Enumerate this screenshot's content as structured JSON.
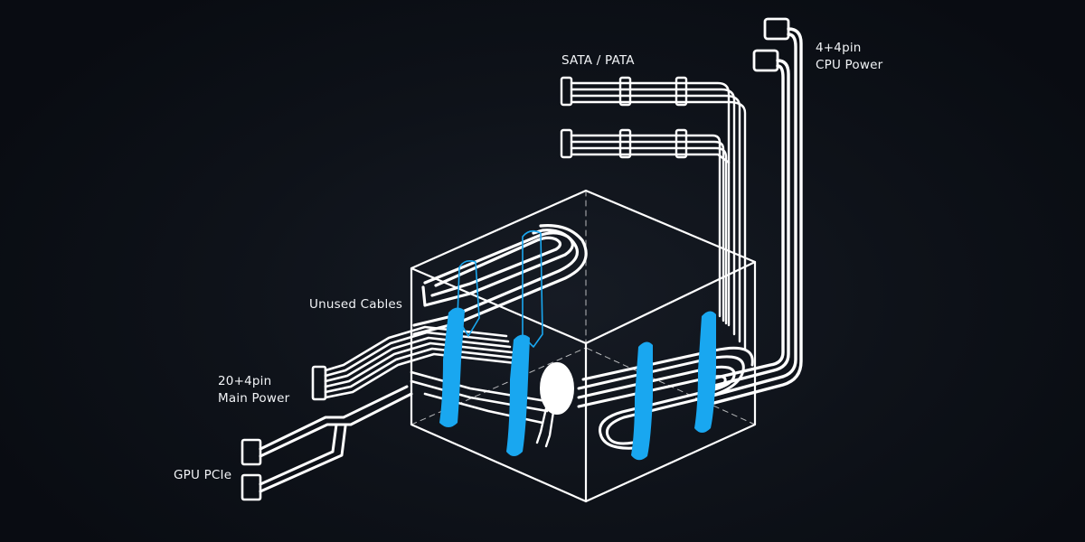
{
  "labels": {
    "sata_pata": "SATA / PATA",
    "cpu_power_line1": "4+4pin",
    "cpu_power_line2": "CPU Power",
    "unused_cables": "Unused Cables",
    "main_power_line1": "20+4pin",
    "main_power_line2": "Main Power",
    "gpu_pcie": "GPU PCIe"
  },
  "colors": {
    "background": "#0b0f16",
    "lines": "#ffffff",
    "cable_ties": "#19a7f0",
    "label_text": "#f2f4f7"
  }
}
